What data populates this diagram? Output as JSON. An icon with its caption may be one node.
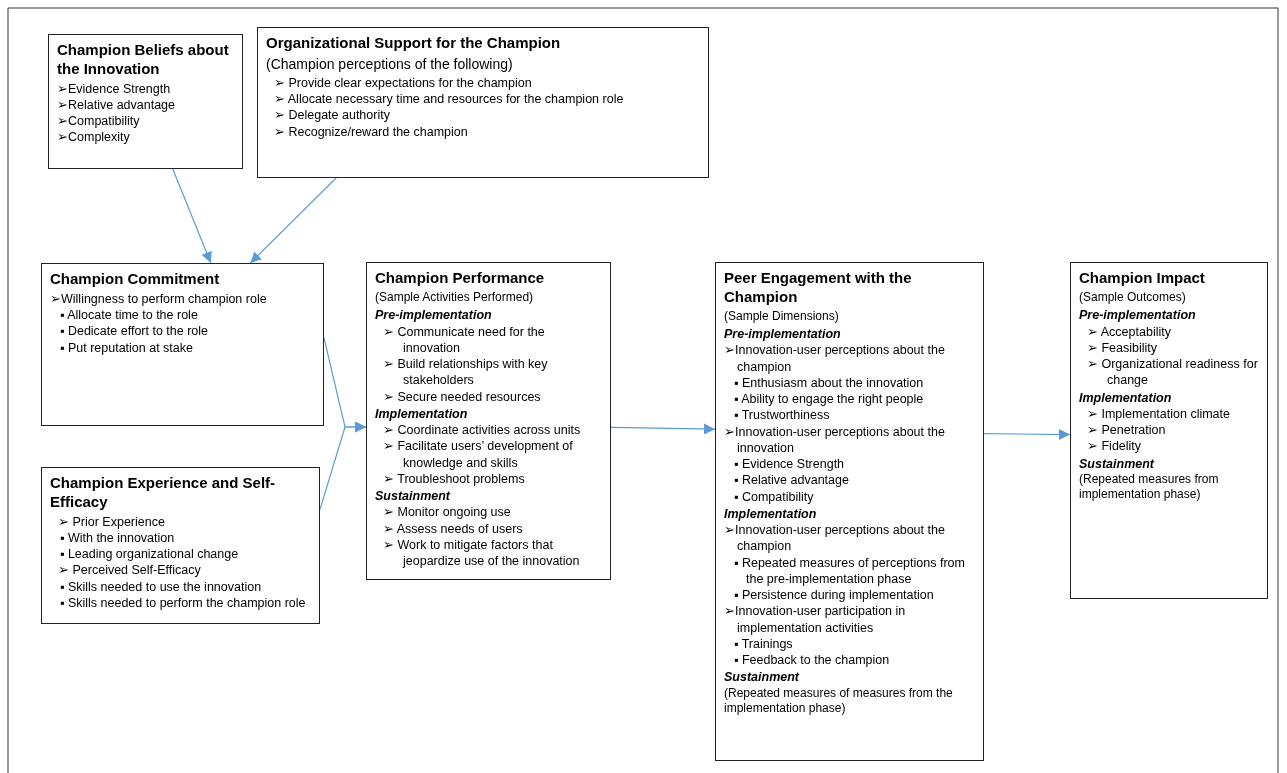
{
  "diagram": {
    "nodes": [
      {
        "text": [
          "Champion Beliefs about the Innovation",
          "➢Evidence Strength",
          "➢Relative advantage",
          "➢Compatibility",
          "➢Complexity"
        ]
      },
      {
        "text": [
          "Organizational Support for the Champion",
          "(Champion perceptions of the following)",
          "➢ Provide clear expectations for the champion",
          "➢ Allocate necessary time and resources for the champion role",
          "➢ Delegate authority",
          "➢ Recognize/reward the champion"
        ]
      },
      {
        "text": [
          "Champion Commitment",
          "➢Willingness to perform champion role",
          "▪ Allocate time to the role",
          "▪ Dedicate effort to the role",
          "▪ Put reputation at stake"
        ]
      },
      {
        "text": [
          "Champion Experience and Self-Efficacy",
          "➢ Prior Experience",
          "▪ With the innovation",
          "▪ Leading organizational change",
          "➢ Perceived Self-Efficacy",
          "▪ Skills needed to use the innovation",
          "▪ Skills needed to perform the champion role"
        ]
      },
      {
        "text": [
          "Champion Performance",
          "(Sample Activities Performed)",
          "Pre-implementation",
          "➢ Communicate need for the innovation",
          "➢ Build relationships with key stakeholders",
          "➢ Secure needed resources",
          "Implementation",
          "➢ Coordinate activities across units",
          "➢ Facilitate users’ development of knowledge and skills",
          "➢ Troubleshoot problems",
          "Sustainment",
          "➢ Monitor ongoing use",
          "➢ Assess needs of users",
          "➢ Work to mitigate factors that jeopardize use of the innovation"
        ]
      },
      {
        "text": [
          "Peer Engagement with the Champion",
          "(Sample Dimensions)",
          "Pre-implementation",
          "➢Innovation-user perceptions about the champion",
          "▪ Enthusiasm about the innovation",
          "▪ Ability to engage the right people",
          "▪ Trustworthiness",
          "➢Innovation-user perceptions about the innovation",
          "▪ Evidence Strength",
          "▪ Relative advantage",
          "▪ Compatibility",
          "Implementation",
          "➢Innovation-user perceptions about the champion",
          "▪ Repeated measures of perceptions from the pre-implementation phase",
          "▪ Persistence during implementation",
          "➢Innovation-user participation in implementation activities",
          "▪ Trainings",
          "▪ Feedback to the champion",
          "Sustainment",
          "(Repeated measures of measures from the implementation phase)"
        ]
      },
      {
        "text": [
          "Champion Impact",
          "(Sample Outcomes)",
          "Pre-implementation",
          "➢ Acceptability",
          "➢ Feasibility",
          "➢ Organizational readiness for change",
          "Implementation",
          "➢ Implementation climate",
          "➢ Penetration",
          "➢ Fidelity",
          "Sustainment",
          "(Repeated measures from implementation phase)"
        ]
      }
    ],
    "edges": [
      {
        "from": 0,
        "to": 2,
        "arrow": "to"
      },
      {
        "from": 1,
        "to": 2,
        "arrow": "to"
      },
      {
        "from": 2,
        "to": 4,
        "arrow": "to"
      },
      {
        "from": 3,
        "to": 4,
        "arrow": "to"
      },
      {
        "from": 4,
        "to": 5,
        "arrow": "to"
      },
      {
        "from": 5,
        "to": 6,
        "arrow": "to"
      }
    ]
  }
}
